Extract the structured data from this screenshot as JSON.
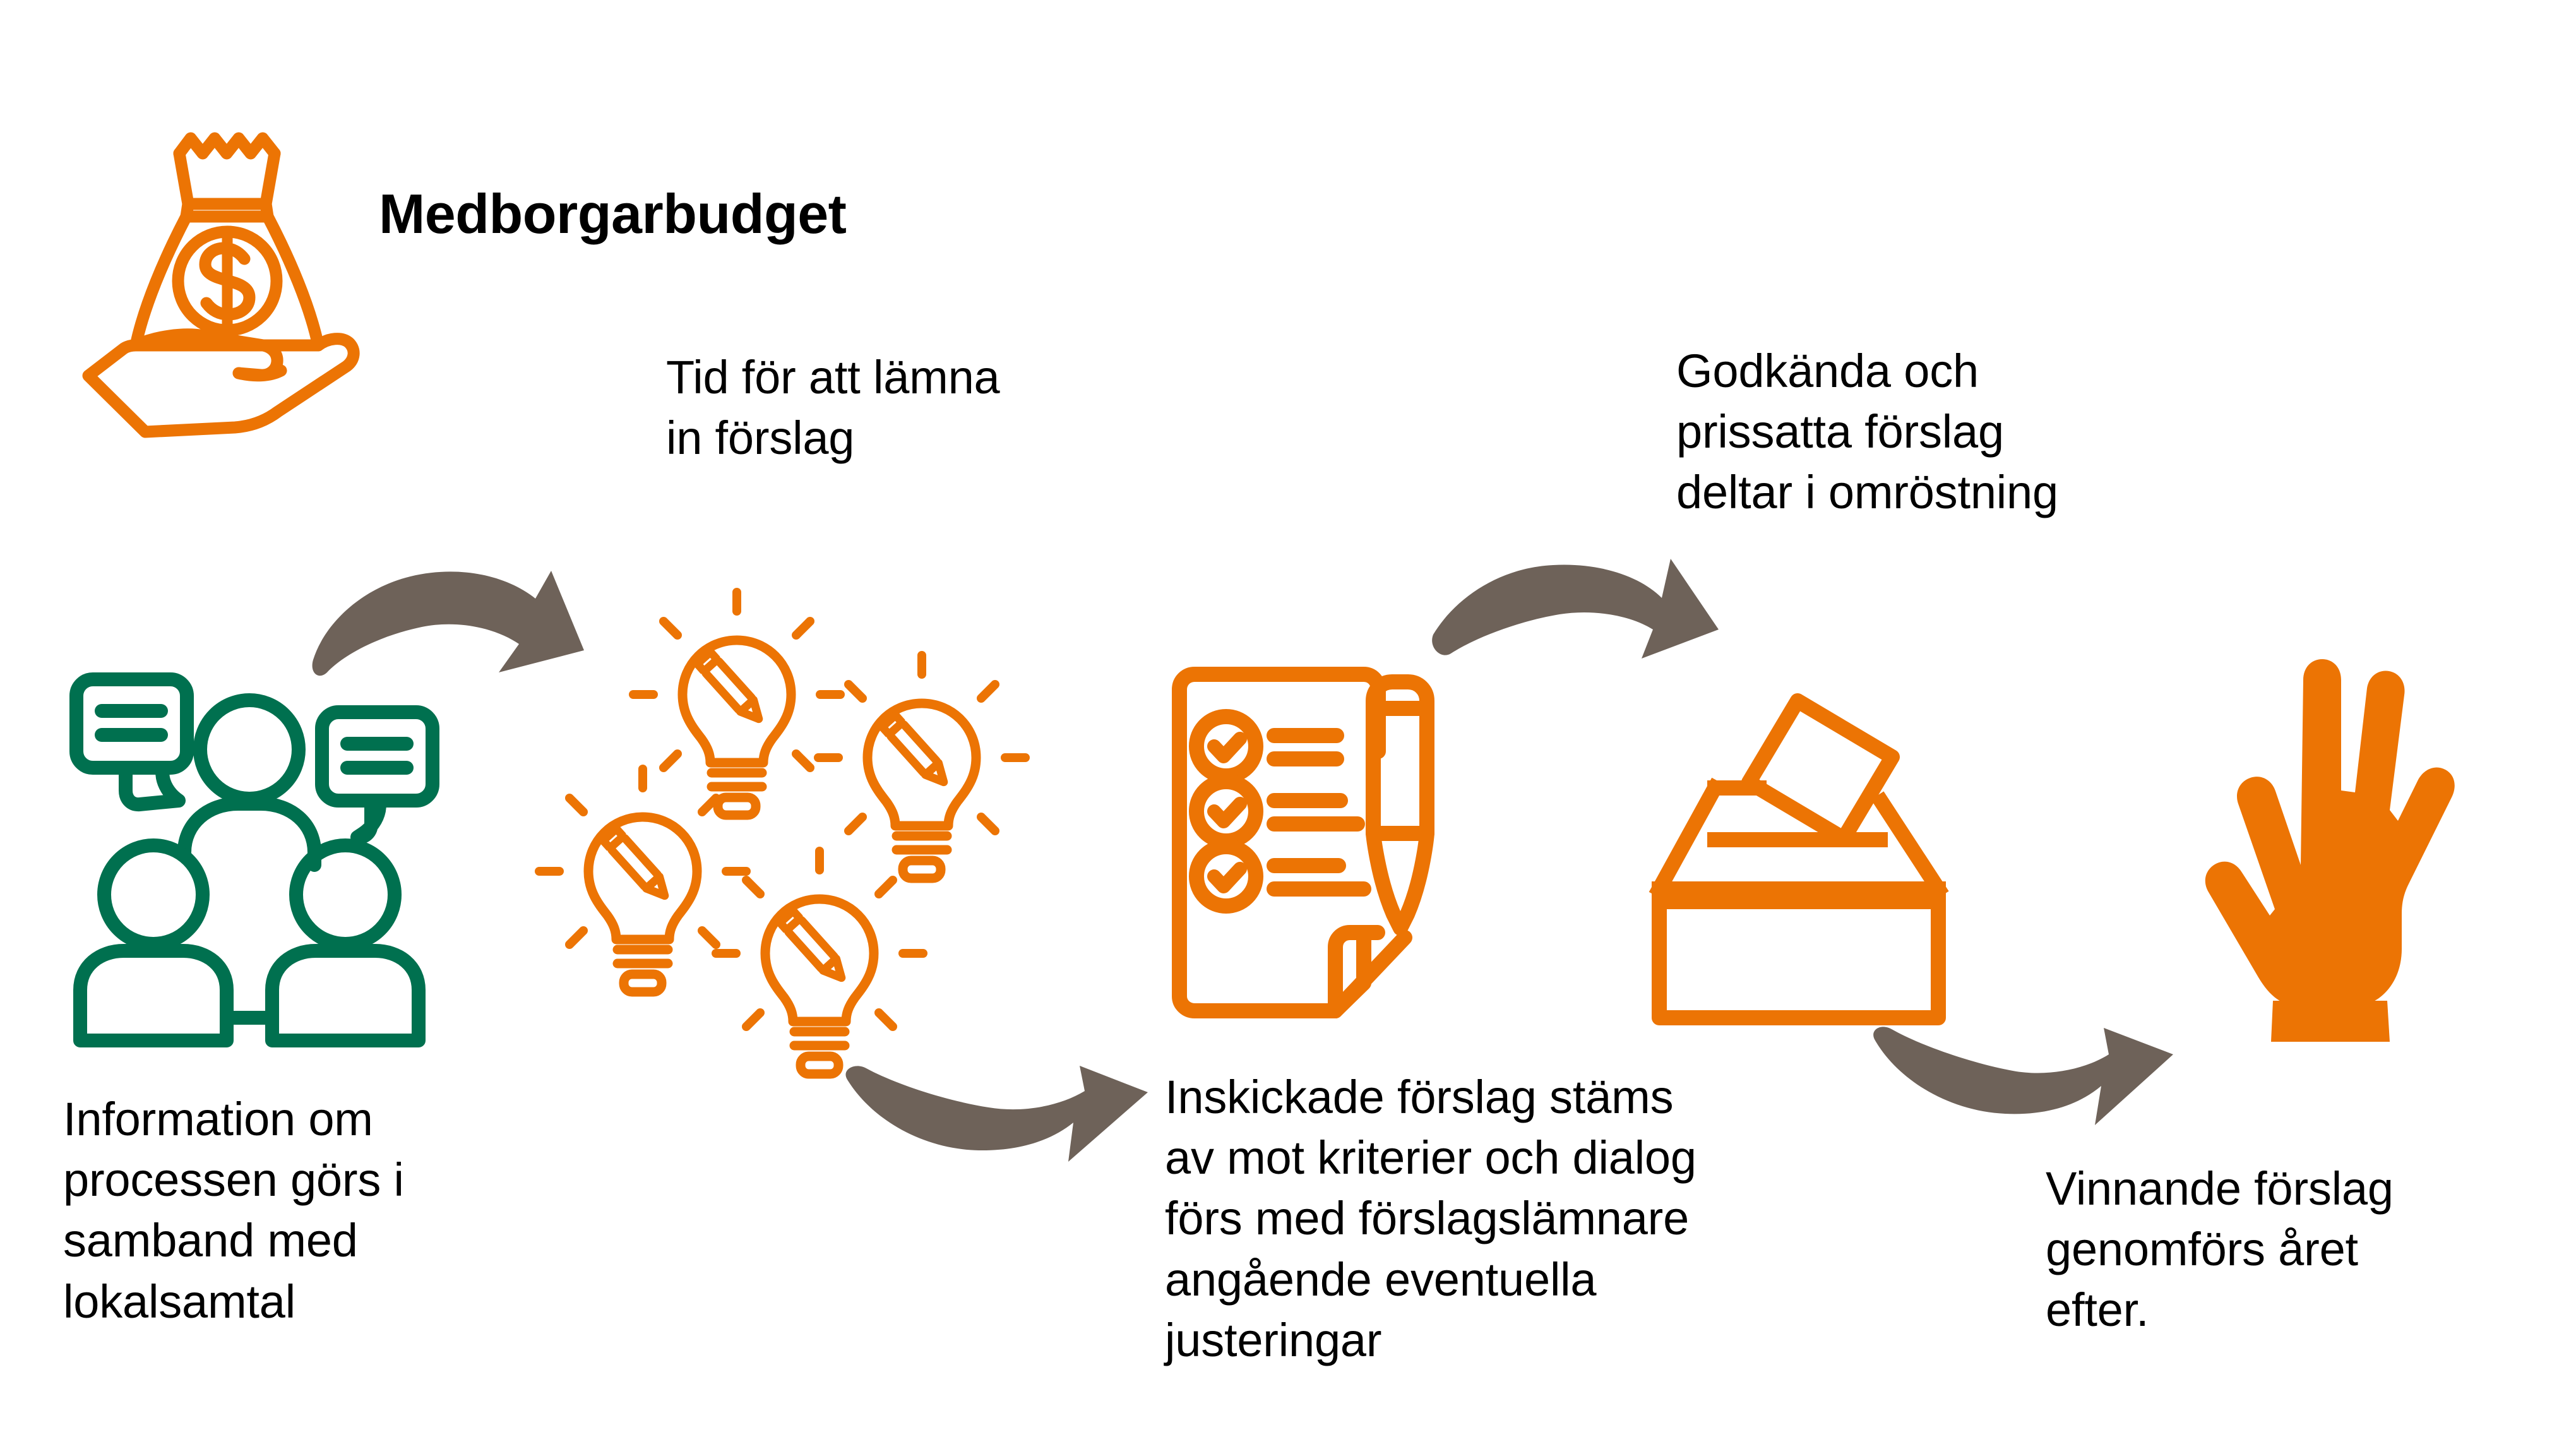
{
  "meta": {
    "kind": "process-infographic",
    "language": "sv",
    "background_color": "#ffffff"
  },
  "colors": {
    "orange": "#EC7404",
    "green": "#00704F",
    "arrow_brown": "#6E6259",
    "text": "#000000"
  },
  "title": {
    "text": "Medborgarbudget"
  },
  "captions": {
    "tid_for_forslag": "Tid för att lämna\nin förslag",
    "godkanda_prissatta": "Godkända och\nprissatta förslag\ndeltar i omröstning",
    "information_process": "Information om\nprocessen görs i\nsamband med\nlokalsamtal",
    "inskickade_forslag": "Inskickade förslag stäms\nav mot kriterier och dialog\nförs med förslagslämnare\nangående eventuella\njusteringar",
    "vinnande_forslag": "Vinnande förslag\ngenomförs året\nefter."
  },
  "icons": {
    "money_bag": "money-bag-in-hand-icon",
    "people_discussion": "people-discussion-icon",
    "idea_bulbs": "idea-lightbulbs-icon",
    "checklist_pen": "checklist-with-pen-icon",
    "ballot_box": "ballot-box-icon",
    "raised_hand": "raised-hand-icon",
    "arrow_1": "curved-arrow-right-icon",
    "arrow_2": "curved-arrow-right-icon",
    "arrow_3": "curved-arrow-right-icon",
    "arrow_4": "curved-arrow-right-icon"
  },
  "flow": {
    "steps": [
      {
        "order": 1,
        "icon": "people-discussion-icon",
        "caption_key": "information_process"
      },
      {
        "order": 2,
        "icon": "idea-lightbulbs-icon",
        "caption_key": "tid_for_forslag"
      },
      {
        "order": 3,
        "icon": "checklist-with-pen-icon",
        "caption_key": "inskickade_forslag"
      },
      {
        "order": 4,
        "icon": "ballot-box-icon",
        "caption_key": "godkanda_prissatta"
      },
      {
        "order": 5,
        "icon": "raised-hand-icon",
        "caption_key": "vinnande_forslag"
      }
    ]
  }
}
